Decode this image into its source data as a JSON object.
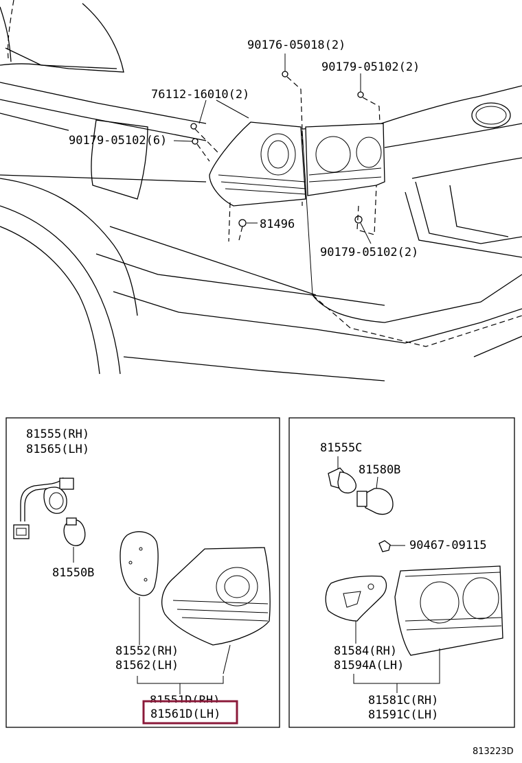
{
  "diagram": {
    "reference_code": "813223D",
    "highlight_color": "#8b1a3a",
    "top_callouts": {
      "screw_upper": "90176-05018(2)",
      "nut_upper_right": "90179-05102(2)",
      "clip": "76112-16010(2)",
      "nut_left": "90179-05102(6)",
      "bracket": "81496",
      "nut_lower_right": "90179-05102(2)"
    },
    "left_panel": {
      "socket_rh": "81555(RH)",
      "socket_lh": "81565(LH)",
      "bulb": "81550B",
      "gasket_rh": "81552(RH)",
      "gasket_lh": "81562(LH)",
      "lamp_rh": "81551D(RH)",
      "lamp_lh": "81561D(LH)"
    },
    "right_panel": {
      "socket": "81555C",
      "bulb": "81580B",
      "screw": "90467-09115",
      "gasket_rh": "81584(RH)",
      "gasket_lh": "81594A(LH)",
      "lamp_rh": "81581C(RH)",
      "lamp_lh": "81591C(LH)"
    }
  }
}
